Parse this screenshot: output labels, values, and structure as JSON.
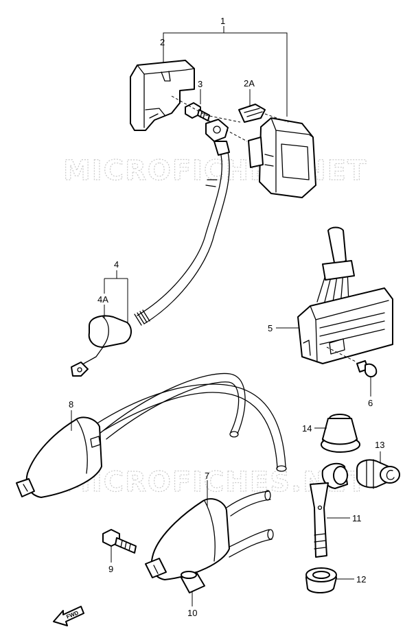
{
  "watermark": "MICROFICHES.NET",
  "fwd_label": "FWD",
  "callouts": [
    {
      "id": "1",
      "label": "1"
    },
    {
      "id": "2",
      "label": "2"
    },
    {
      "id": "2A",
      "label": "2A"
    },
    {
      "id": "3",
      "label": "3"
    },
    {
      "id": "4",
      "label": "4"
    },
    {
      "id": "4A",
      "label": "4A"
    },
    {
      "id": "5",
      "label": "5"
    },
    {
      "id": "6",
      "label": "6"
    },
    {
      "id": "7",
      "label": "7"
    },
    {
      "id": "8",
      "label": "8"
    },
    {
      "id": "9",
      "label": "9"
    },
    {
      "id": "10",
      "label": "10"
    },
    {
      "id": "11",
      "label": "11"
    },
    {
      "id": "12",
      "label": "12"
    },
    {
      "id": "13",
      "label": "13"
    },
    {
      "id": "14",
      "label": "14"
    }
  ]
}
